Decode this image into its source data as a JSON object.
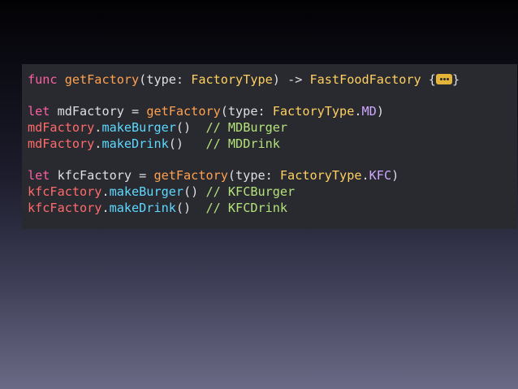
{
  "colors": {
    "background": "#292a30",
    "keyword": "#fc5fa3",
    "function_name": "#ffa14f",
    "type_name": "#ffd060",
    "variable": "#ff6b6b",
    "method": "#5dd8ff",
    "enum_case": "#d0a8ff",
    "comment": "#b4e27a",
    "plain": "#dfdfe0",
    "fold_badge": "#e5b53a"
  },
  "code": {
    "line1": {
      "keyword": "func",
      "name": "getFactory",
      "params_open": "(type: ",
      "param_type": "FactoryType",
      "params_close": ") -> ",
      "return_type": "FastFoodFactory",
      "brace_open": " {",
      "fold_icon": "ellipsis-icon",
      "brace_close": "}"
    },
    "line2": {
      "keyword": "let",
      "var_decl": " mdFactory = ",
      "call": "getFactory",
      "args_open": "(type: ",
      "arg_type": "FactoryType",
      "dot": ".",
      "arg_case": "MD",
      "args_close": ")"
    },
    "line3": {
      "var": "mdFactory",
      "dot": ".",
      "method": "makeBurger",
      "parens": "()",
      "comment": "  // MDBurger"
    },
    "line4": {
      "var": "mdFactory",
      "dot": ".",
      "method": "makeDrink",
      "parens": "()",
      "comment": "   // MDDrink"
    },
    "line5": {
      "keyword": "let",
      "var_decl": " kfcFactory = ",
      "call": "getFactory",
      "args_open": "(type: ",
      "arg_type": "FactoryType",
      "dot": ".",
      "arg_case": "KFC",
      "args_close": ")"
    },
    "line6": {
      "var": "kfcFactory",
      "dot": ".",
      "method": "makeBurger",
      "parens": "()",
      "comment": " // KFCBurger"
    },
    "line7": {
      "var": "kfcFactory",
      "dot": ".",
      "method": "makeDrink",
      "parens": "()",
      "comment": "  // KFCDrink"
    }
  }
}
